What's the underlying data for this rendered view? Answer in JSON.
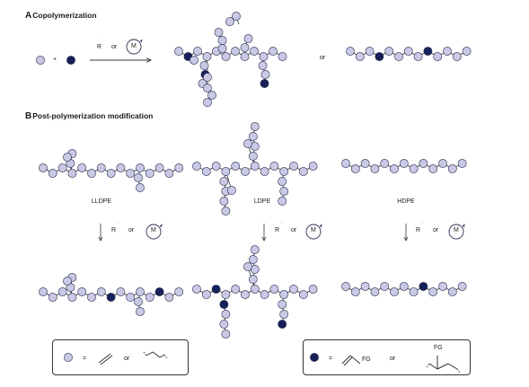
{
  "sections": {
    "a": {
      "letter": "A",
      "title": "Copolymerization"
    },
    "b": {
      "letter": "B",
      "title": "Post-polymerization modification"
    }
  },
  "reagents": {
    "radical": "R",
    "radical_dot": "˙",
    "or": "or",
    "metal": "M",
    "plus": "+"
  },
  "polymers": {
    "lldpe": "LLDPE",
    "ldpe": "LDPE",
    "hdpe": "HDPE"
  },
  "legend": {
    "ethylene": {
      "equals": "=",
      "or": "or"
    },
    "comonomer": {
      "equals": "=",
      "or": "or",
      "fg": "FG"
    }
  },
  "colors": {
    "ethylene_bead": "#c9c9e6",
    "comonomer_bead": "#16215a",
    "bead_outline": "#2d2d50",
    "line": "#333333"
  }
}
